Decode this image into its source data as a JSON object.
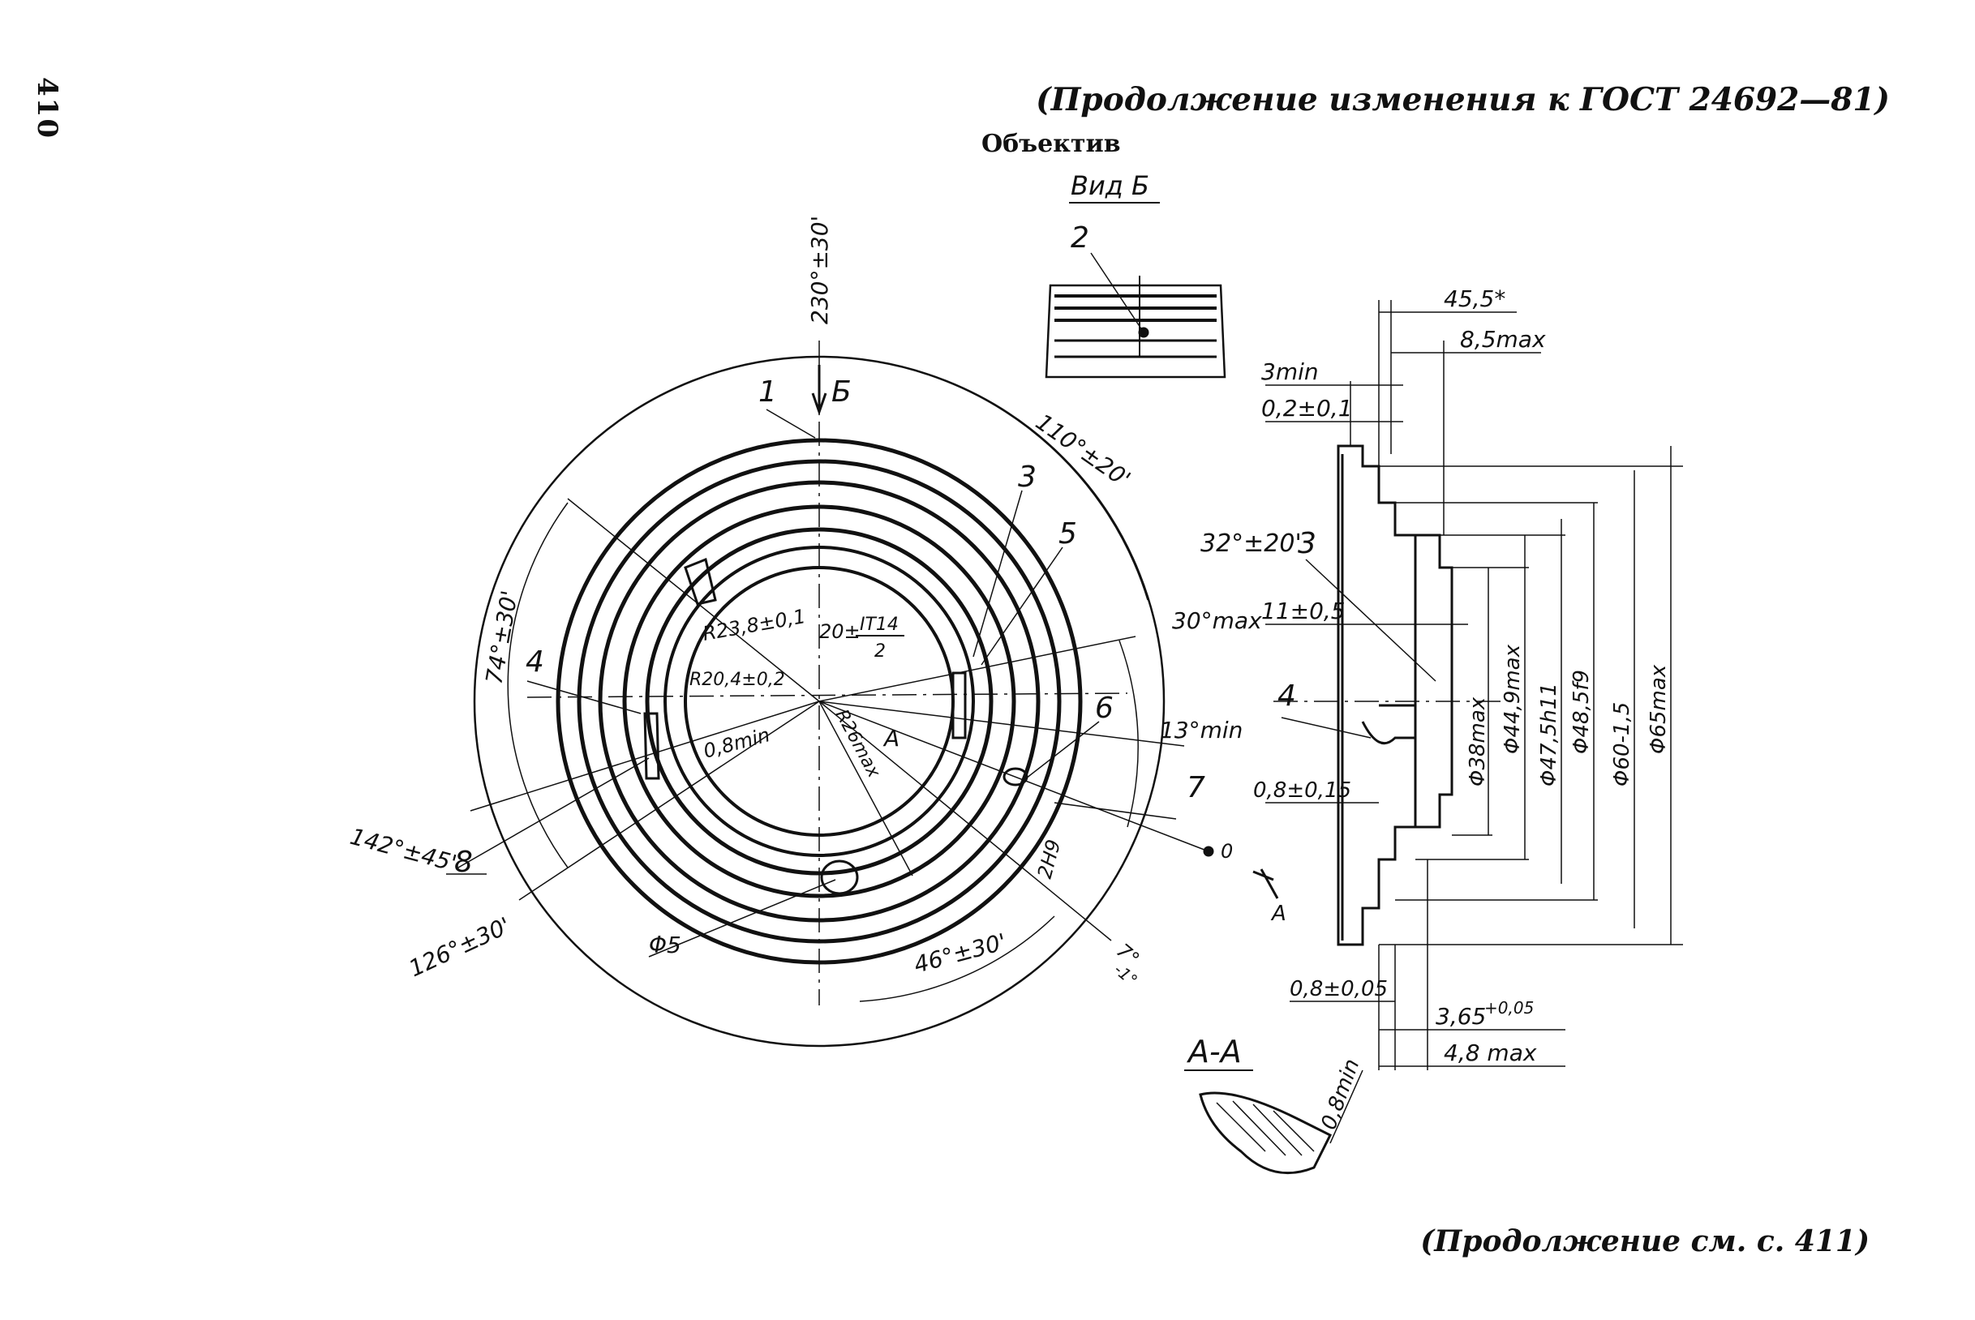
{
  "page": {
    "number": "410",
    "header": "(Продолжение изменения к ГОСТ 24692—81)",
    "caption": "Объектив",
    "footer": "(Продолжение см. с. 411)"
  },
  "drawing": {
    "view_b_title": "Вид Б",
    "section_title": "А-А",
    "arrow_b": "Б",
    "arrow_a": "А",
    "cut_a_label": "А",
    "point_o": "0",
    "callouts": [
      "1",
      "2",
      "3",
      "3",
      "4",
      "4",
      "5",
      "6",
      "7",
      "8"
    ],
    "dims_front": {
      "top_angle": "230°±30'",
      "a110": "110°±20'",
      "a32": "32°±20'",
      "a30": "30°max",
      "a13": "13°min",
      "a74": "74°±30'",
      "a142": "142°±45'",
      "a126": "126°±30'",
      "a46": "46°±30'",
      "a7": "7°",
      "a7_tol": "-1°",
      "r23": "R23,8±0,1",
      "r20": "R20,4±0,2",
      "r26": "R26max",
      "min08": "0,8min",
      "h2h9": "2H9",
      "d5": "Φ5",
      "w20": "20±",
      "it_num": "IT14",
      "it_den": "2"
    },
    "dims_side": {
      "d455": "45,5*",
      "d85": "8,5max",
      "d3min": "3min",
      "d02": "0,2±0,1",
      "d11": "11±0,5",
      "d08_015": "0,8±0,15",
      "d08_005": "0,8±0,05",
      "d365": "3,65",
      "d365_tol": "+0,05",
      "d48": "4,8 max",
      "phi38": "Φ38max",
      "phi449": "Φ44,9max",
      "phi475": "Φ47,5h11",
      "phi485": "Φ48,5f9",
      "phi60": "Φ60-1,5",
      "phi65": "Φ65max"
    },
    "dims_section": {
      "m08": "0,8min"
    }
  }
}
